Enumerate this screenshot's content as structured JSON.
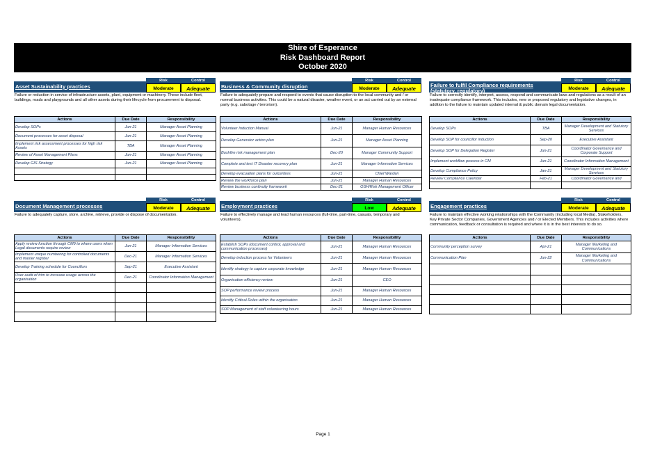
{
  "report": {
    "org": "Shire of Esperance",
    "title": "Risk Dashboard Report",
    "period": "October 2020"
  },
  "labels": {
    "risk": "Risk",
    "control": "Control",
    "actions": "Actions",
    "due": "Due Date",
    "resp": "Responsibility"
  },
  "colors": {
    "header_blue": "#1f4e79",
    "table_header": "#c5d9f1",
    "moderate": "#ffff00",
    "low": "#00ff00",
    "adequate": "#ffff00"
  },
  "panels": [
    {
      "title": "Asset Sustainability practices",
      "risk": "Moderate",
      "control": "Adequate",
      "description": "Failure or reduction in service of infrastructure assets, plant, equipment or machinery. These include fleet, buildings, roads and playgrounds and all other assets during their lifecycle from procurement to disposal.",
      "rows": [
        {
          "action": "Develop SOPs",
          "due": "Jun-21",
          "resp": "Manager Asset Planning"
        },
        {
          "action": "Document processes for asset disposal",
          "due": "Jun-21",
          "resp": "Manager Asset Planning"
        },
        {
          "action": "Implement risk assessment processes for high risk Assets",
          "due": "TBA",
          "resp": "Manager Asset Planning"
        },
        {
          "action": "Review of Asset Management Plans",
          "due": "Jun-21",
          "resp": "Manager Asset Planning"
        },
        {
          "action": "Develop GIS Strategy",
          "due": "Jun-21",
          "resp": "Manager Asset Planning"
        },
        {
          "action": "",
          "due": "",
          "resp": ""
        },
        {
          "action": "",
          "due": "",
          "resp": ""
        }
      ]
    },
    {
      "title": "Business & Community disruption",
      "risk": "Moderate",
      "control": "Adequate",
      "description": "Failure to adequately prepare and respond to events that cause disruption to the local community and / or normal business activities.  This could be a natural disaster, weather event, or an act carried out by an external party (e.g. sabotage / terrorism).",
      "rows": [
        {
          "action": "Volunteer Induction Manual",
          "due": "Jun-21",
          "resp": "Manager Human Resources"
        },
        {
          "action": "Develop Generator action plan",
          "due": "Jun-21",
          "resp": "Manager Asset Planning"
        },
        {
          "action": "Bushfire risk management plan",
          "due": "Dec-20",
          "resp": "Manager Community Support"
        },
        {
          "action": "Complete and test IT Disaster recovery plan",
          "due": "Jun-21",
          "resp": "Manager Information Services"
        },
        {
          "action": "Develop evacuation plans for outcentres",
          "due": "Jun-21",
          "resp": "Chief Warden"
        },
        {
          "action": "Review the workforce plan",
          "due": "Jun-21",
          "resp": "Manager Human Resources"
        },
        {
          "action": "Review business continuity framework",
          "due": "Dec-21",
          "resp": "OSH/Risk Management Officer"
        }
      ]
    },
    {
      "title": "Failure to fulfil Compliance requirements (statutory, regulatory)",
      "risk": "Moderate",
      "control": "Adequate",
      "description": "Failure to correctly identify, interpret, assess, respond and communicate laws and regulations as a result of an inadequate compliance framework. This includes, new or proposed regulatory and legislative changes, in addition to the failure to maintain updated internal & public domain legal documentation.",
      "rows": [
        {
          "action": "Develop SOPs",
          "due": "TBA",
          "resp": "Manager Development and Statutory Services"
        },
        {
          "action": "Develop SOP for councillor induction",
          "due": "Sep-20",
          "resp": "Executive Assistant"
        },
        {
          "action": "Develop SOP for Delegation Register",
          "due": "Jun-21",
          "resp": "Coordinator Governance and Corporate Support"
        },
        {
          "action": "Implement workflow process in CM",
          "due": "Jun-21",
          "resp": "Coordinator Information Management"
        },
        {
          "action": "Develop Compliance Policy",
          "due": "Jan-21",
          "resp": "Manager Development and Statutory Services"
        },
        {
          "action": "Review Compliance Calendar",
          "due": "Feb-21",
          "resp": "Coordinator Governance and"
        },
        {
          "action": "",
          "due": "",
          "resp": ""
        }
      ]
    },
    {
      "title": "Document Management processes",
      "risk": "Moderate",
      "control": "Adequate",
      "description": "Failure to adequately capture, store, archive, retrieve, provide or dispose of documentation.",
      "rows": [
        {
          "action": "Apply review function through CM9 to where users when Legal documents require review",
          "due": "Jun-21",
          "resp": "Manager Information Services"
        },
        {
          "action": "Implement unique numbering for controlled documents and master register",
          "due": "Dec-21",
          "resp": "Manager Information Services"
        },
        {
          "action": "Develop Training schedule for Councillors",
          "due": "Sep-21",
          "resp": "Executive Assistant"
        },
        {
          "action": "User audit of trim to increase usage across the organisation",
          "due": "Dec-21",
          "resp": "Coordinator Information Management"
        },
        {
          "action": "",
          "due": "",
          "resp": ""
        },
        {
          "action": "",
          "due": "",
          "resp": ""
        },
        {
          "action": "",
          "due": "",
          "resp": ""
        },
        {
          "action": "",
          "due": "",
          "resp": ""
        }
      ]
    },
    {
      "title": "Employment practices",
      "risk": "Low",
      "control": "Adequate",
      "description": "Failure to effectively manage and lead human resources (full-time, part-time, casuals, temporary and volunteers).",
      "rows": [
        {
          "action": "Establish SOPs (document control, approval and communication processes)",
          "due": "Jun-21",
          "resp": "Manager Human Resources"
        },
        {
          "action": "Develop induction process for Volunteers",
          "due": "Jun-21",
          "resp": "Manager Human Resources"
        },
        {
          "action": "Identify strategy to capture corporate knowledge",
          "due": "Jun-21",
          "resp": "Manager Human Resources"
        },
        {
          "action": "Organisation efficiency review",
          "due": "Jun-21",
          "resp": "CEO"
        },
        {
          "action": "SOP performance review process",
          "due": "Jun-21",
          "resp": "Manager Human Resources"
        },
        {
          "action": "Identify Critical Roles within the organisation",
          "due": "Jun-21",
          "resp": "Manager Human Resources"
        },
        {
          "action": "SOP Management of staff volunteering hours",
          "due": "Jun-21",
          "resp": "Manager Human Resources"
        }
      ]
    },
    {
      "title": "Engagement practices",
      "risk": "Moderate",
      "control": "Adequate",
      "description": "Failure to maintain effective working relationships with the Community (including local Media), Stakeholders, Key Private Sector Companies, Government Agencies and / or Elected Members.  This includes activities where communication, feedback or consultation is required and where it is in the best interests to do so.",
      "rows": [
        {
          "action": "Community perception survey",
          "due": "Apr-21",
          "resp": "Manager Marketing and Communications"
        },
        {
          "action": "Communication Plan",
          "due": "Jun-22",
          "resp": "Manager Marketing and Communications"
        },
        {
          "action": "",
          "due": "",
          "resp": ""
        },
        {
          "action": "",
          "due": "",
          "resp": ""
        },
        {
          "action": "",
          "due": "",
          "resp": ""
        },
        {
          "action": "",
          "due": "",
          "resp": ""
        },
        {
          "action": "",
          "due": "",
          "resp": ""
        }
      ]
    }
  ],
  "footer": {
    "page": "Page 1"
  }
}
